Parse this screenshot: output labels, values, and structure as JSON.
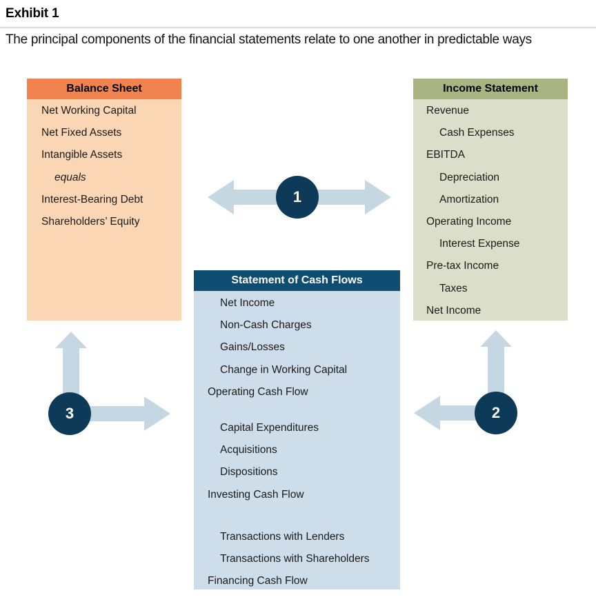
{
  "exhibit": {
    "label": "Exhibit 1",
    "subtitle": "The principal components of the financial statements relate to one another in predictable ways"
  },
  "balance_sheet": {
    "title": "Balance Sheet",
    "items": [
      "Net Working Capital",
      "Net Fixed Assets",
      "Intangible Assets",
      "equals",
      "Interest-Bearing Debt",
      "Shareholders’ Equity"
    ]
  },
  "income_statement": {
    "title": "Income Statement",
    "items": [
      "Revenue",
      "Cash Expenses",
      "EBITDA",
      "Depreciation",
      "Amortization",
      "Operating Income",
      "Interest Expense",
      "Pre-tax Income",
      "Taxes",
      "Net Income"
    ]
  },
  "cash_flow_statement": {
    "title": "Statement of Cash Flows",
    "items": [
      "Net Income",
      "Non-Cash Charges",
      "Gains/Losses",
      "Change in Working Capital",
      "Operating Cash Flow",
      "Capital Expenditures",
      "Acquisitions",
      "Dispositions",
      "Investing Cash Flow",
      "Transactions with Lenders",
      "Transactions with Shareholders",
      "Financing Cash Flow"
    ]
  },
  "connectors": {
    "one": "1",
    "two": "2",
    "three": "3"
  },
  "colors": {
    "balance_header": "#f0834e",
    "balance_body": "#fbd6b4",
    "income_header": "#a8b582",
    "income_body": "#dbdec8",
    "cashflow_header": "#0e4d72",
    "cashflow_body": "#cddde9",
    "arrow": "#c5d7e3",
    "badge": "#0e3a59",
    "rule": "#d9d9d9"
  }
}
